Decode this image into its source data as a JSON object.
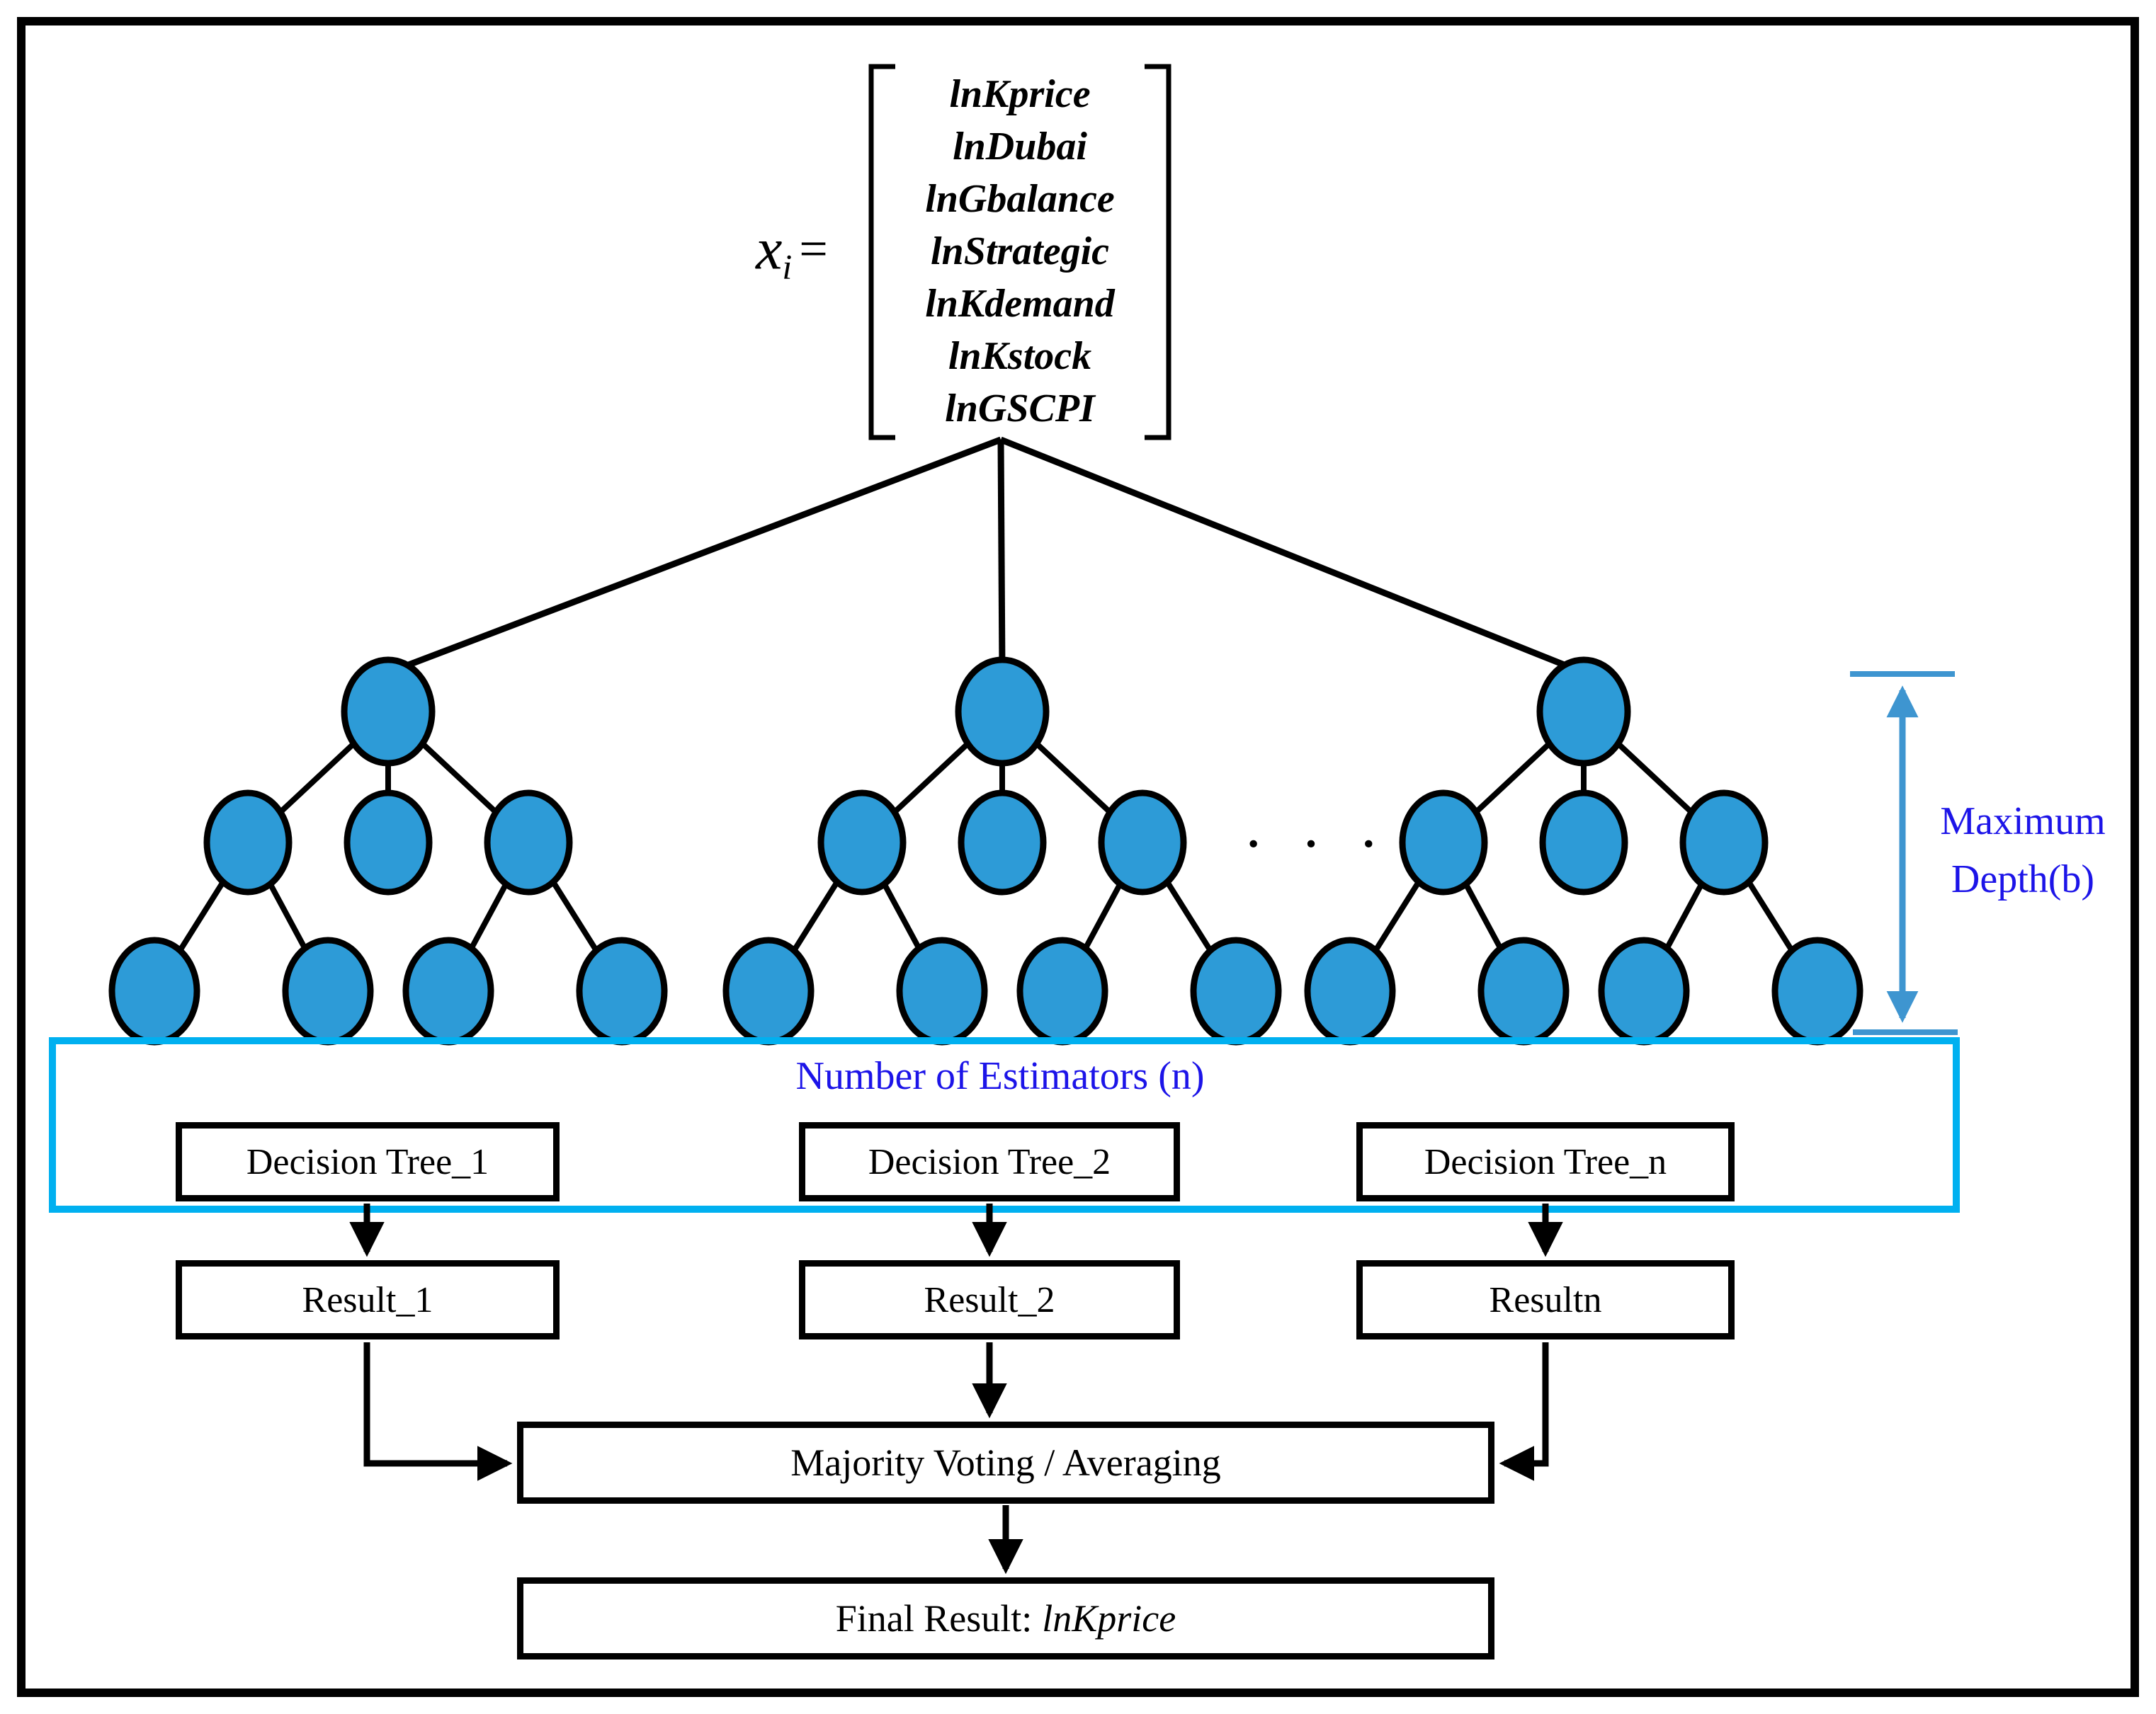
{
  "figure": {
    "vector": {
      "symbol": "x",
      "subscript": "i",
      "equals": "=",
      "entries": [
        "lnKprice",
        "lnDubai",
        "lnGbalance",
        "lnStrategic",
        "lnKdemand",
        "lnKstock",
        "lnGSCPI"
      ]
    },
    "trees": {
      "dots": "· · ·"
    },
    "annotations": {
      "estimators": "Number of Estimators (n)",
      "max_depth": [
        "Maximum",
        "Depth(b)"
      ]
    },
    "boxes": {
      "decision_tree_1": "Decision Tree_1",
      "decision_tree_2": "Decision Tree_2",
      "decision_tree_n": "Decision Tree_n",
      "result_1": "Result_1",
      "result_2": "Result_2",
      "result_n": "Resultn",
      "majority": "Majority Voting / Averaging",
      "final_prefix": "Final Result:",
      "final_value": "lnKprice"
    },
    "colors": {
      "node_fill": "#2D9BD7",
      "node_stroke": "#000000",
      "cyan_frame": "#00B0F0",
      "blue_text": "#1C14E8",
      "depth_arrow": "#3E95D0"
    }
  }
}
